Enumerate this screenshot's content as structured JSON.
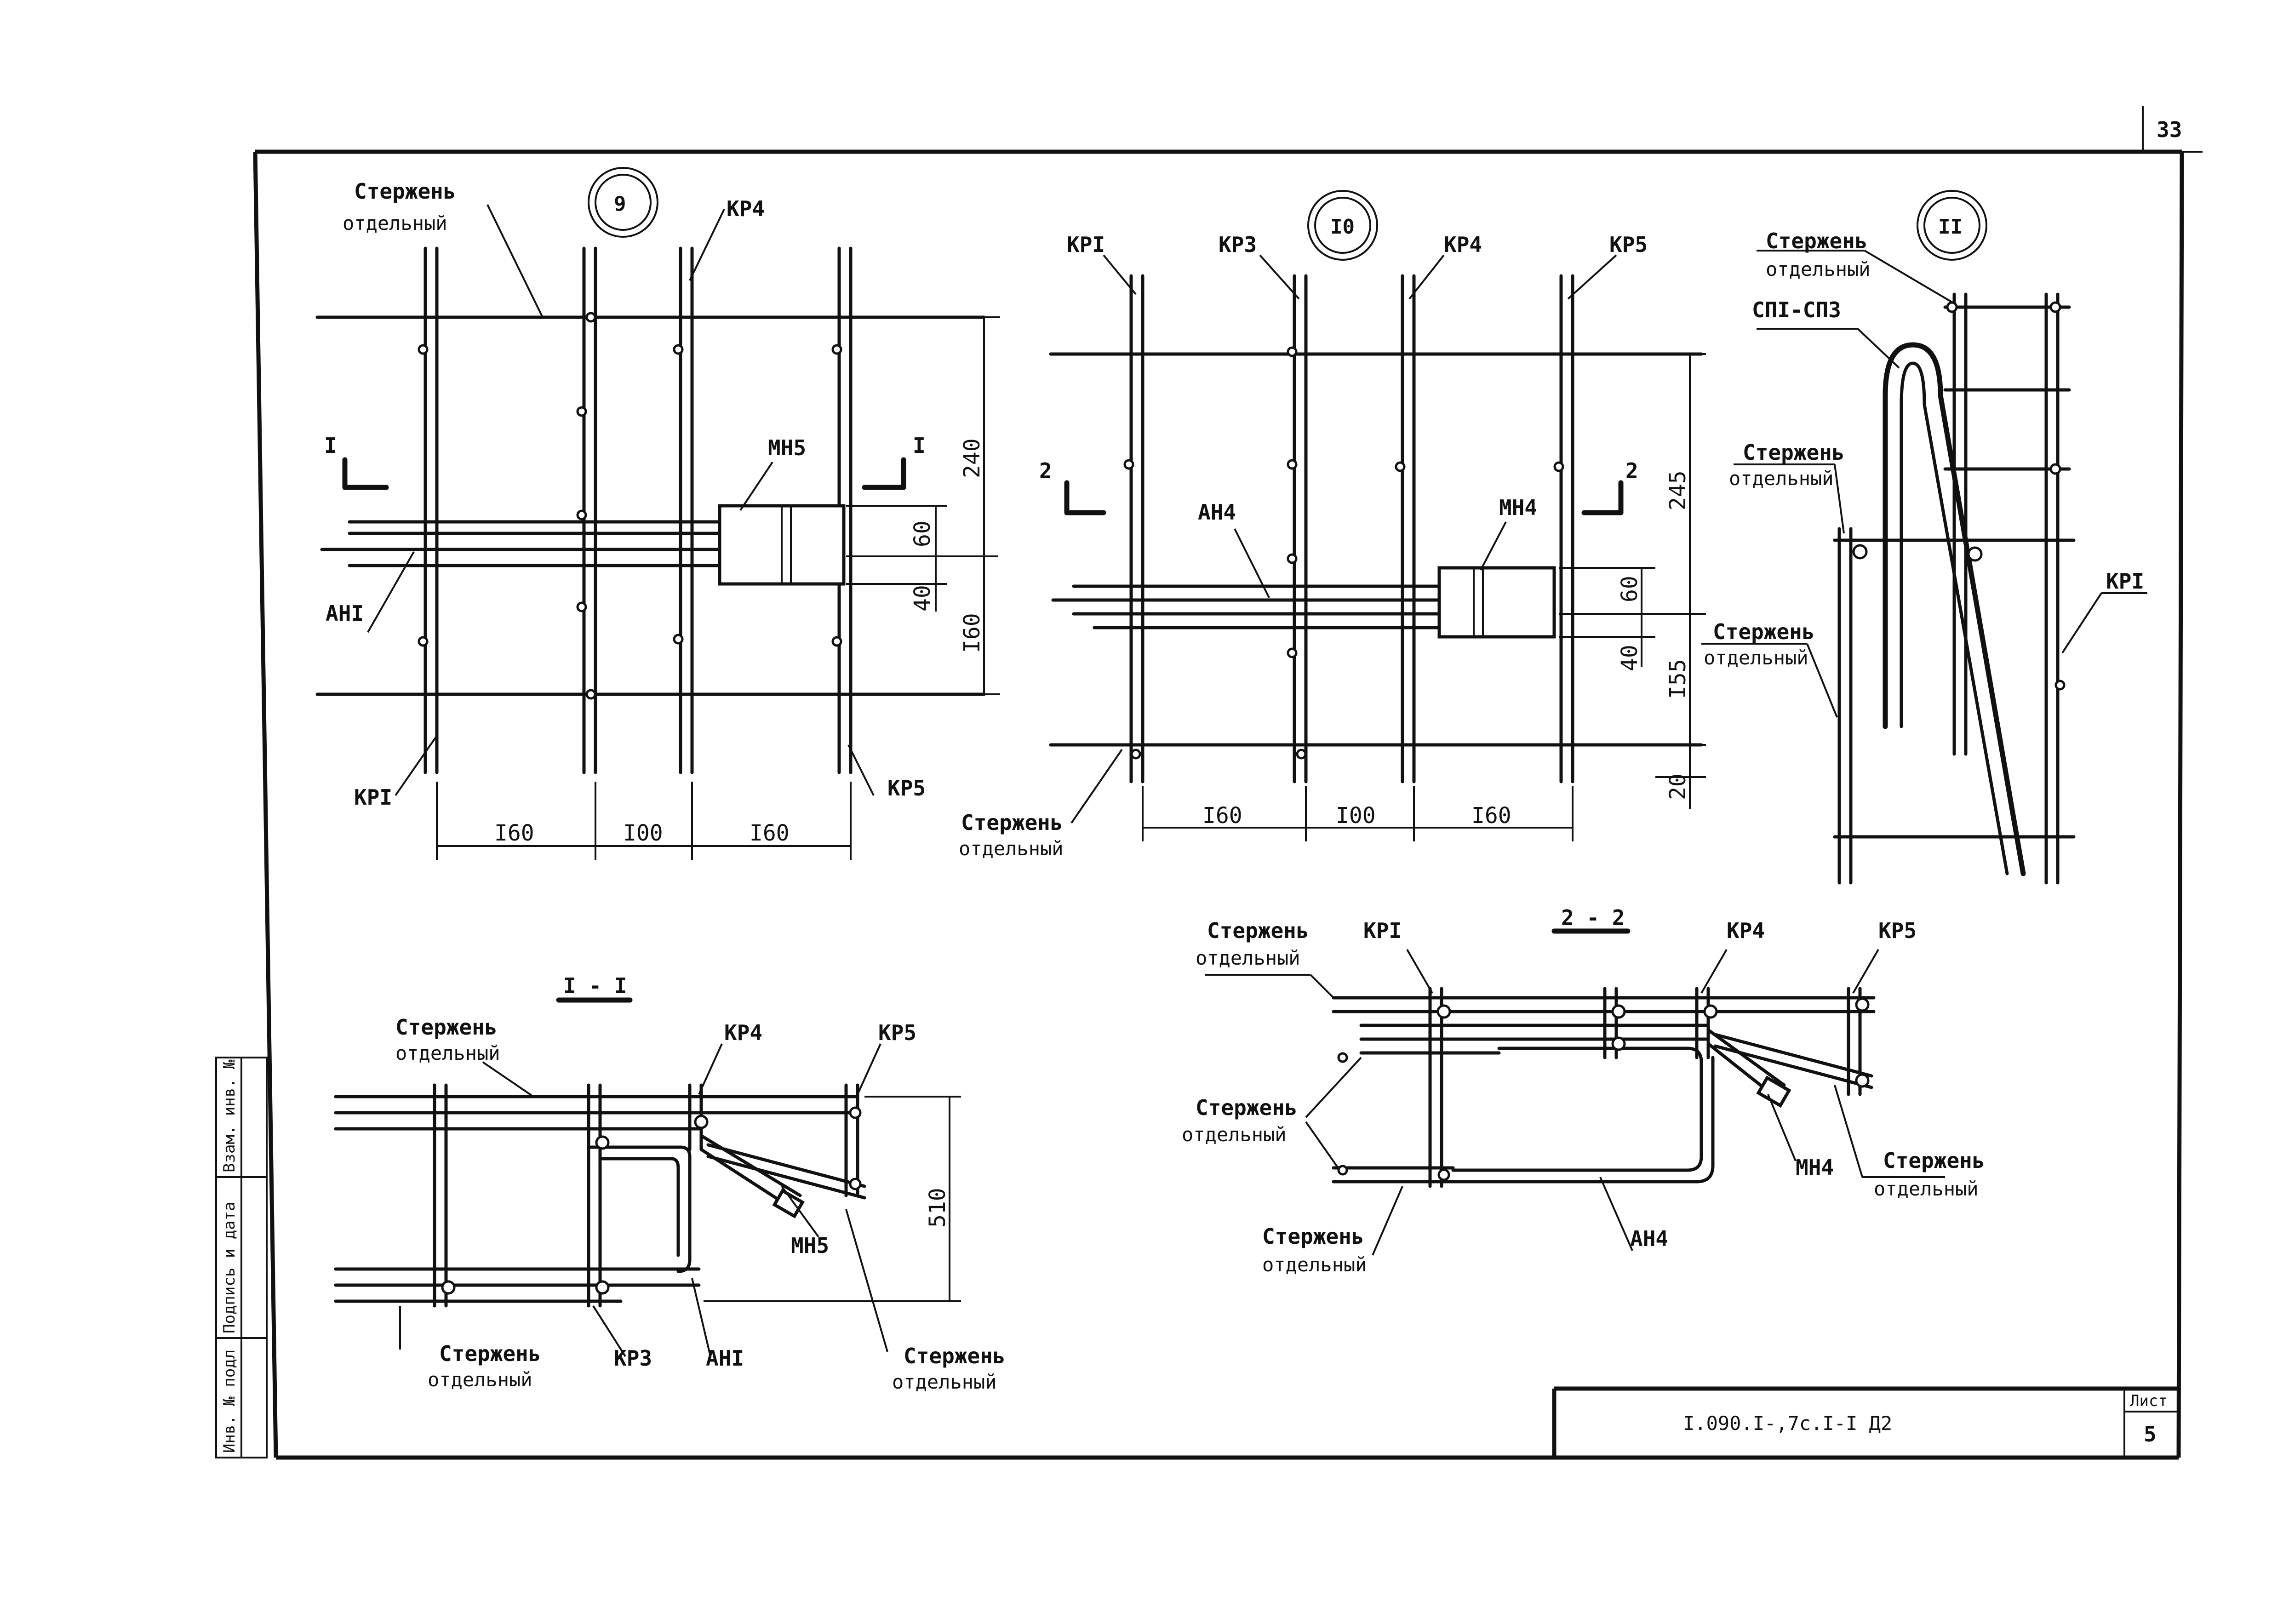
{
  "sheet": {
    "page_number": "33",
    "document_code": "I.090.I-,7c.I-I Д2",
    "list_label": "Лист",
    "list_number": "5",
    "side_stamp": [
      "Инв. № подл",
      "Подпись и дата",
      "Взам. инв. №"
    ]
  },
  "node_9": {
    "number": "9",
    "labels": {
      "rod_line1": "Стержень",
      "rod_line2": "отдельный",
      "kr4": "КР4",
      "kr1": "КРI",
      "kr5": "КР5",
      "mn5": "МН5",
      "an1": "АНI",
      "sec_left": "I",
      "sec_right": "I"
    },
    "dims_h": [
      "I60",
      "I00",
      "I60"
    ],
    "dims_v": [
      "240",
      "60",
      "40",
      "I60"
    ]
  },
  "node_10": {
    "number": "I0",
    "labels": {
      "kr1": "КРI",
      "kr3": "КР3",
      "kr4": "КР4",
      "kr5": "КР5",
      "an4": "АН4",
      "mn4": "МН4",
      "rod_line1": "Стержень",
      "rod_line2": "отдельный",
      "sec_left": "2",
      "sec_right": "2"
    },
    "dims_h": [
      "I60",
      "I00",
      "I60"
    ],
    "dims_v": [
      "245",
      "60",
      "40",
      "I55",
      "20"
    ]
  },
  "node_11": {
    "number": "II",
    "labels": {
      "rod_a1": "Стержень",
      "rod_a2": "отдельный",
      "sp": "СПI-СП3",
      "rod_b1": "Стержень",
      "rod_b2": "отдельный",
      "rod_c1": "Стержень",
      "rod_c2": "отдельный",
      "kr1": "КРI"
    }
  },
  "section_1": {
    "title": "I - I",
    "labels": {
      "rod_a1": "Стержень",
      "rod_a2": "отдельный",
      "kr4": "КР4",
      "kr5": "КР5",
      "mn5": "МН5",
      "rod_b1": "Стержень",
      "rod_b2": "отдельный",
      "kr3": "КР3",
      "an1": "АНI",
      "rod_c1": "Стержень",
      "rod_c2": "отдельный"
    },
    "dim": "510"
  },
  "section_2": {
    "title": "2 - 2",
    "labels": {
      "rod_a1": "Стержень",
      "rod_a2": "отдельный",
      "kr1": "КРI",
      "kr4": "КР4",
      "kr5": "КР5",
      "rod_b1": "Стержень",
      "rod_b2": "отдельный",
      "mn4": "МН4",
      "rod_c1": "Стержень",
      "rod_c2": "отдельный",
      "rod_d1": "Стержень",
      "rod_d2": "отдельный",
      "an4": "АН4"
    }
  }
}
